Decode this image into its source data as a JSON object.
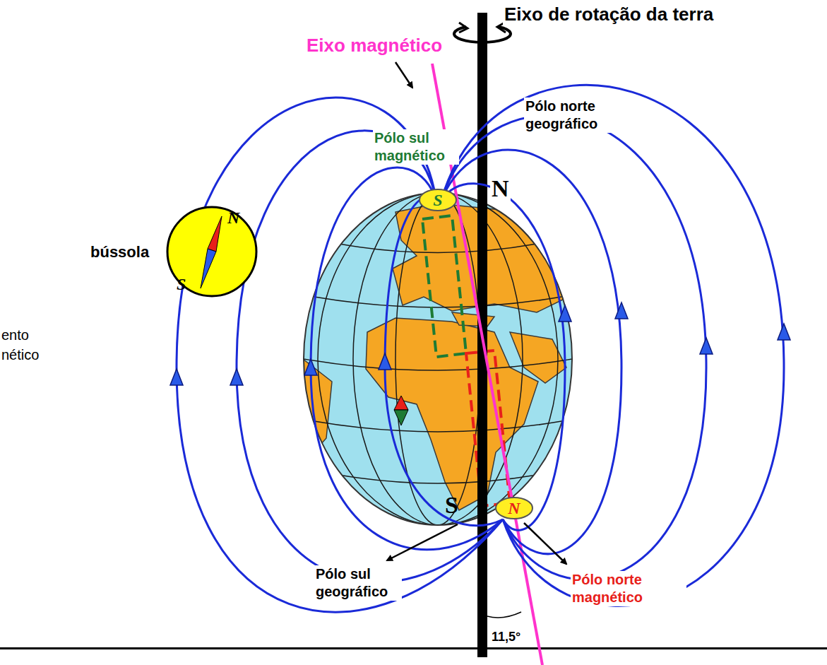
{
  "diagram": {
    "nodes": [
      {
        "text": [
          "N",
          "S"
        ]
      },
      {
        "text": [
          "S"
        ]
      },
      {
        "text": [
          "N"
        ]
      }
    ],
    "labels": [
      "Eixo de rotação da terra",
      "Eixo magnético",
      "Pólo norte geográfico",
      "Pólo sul magnético",
      "N",
      "bússola",
      "ento",
      "nético",
      "S",
      "Pólo sul geográfico",
      "Pólo norte magnético",
      "11,5°"
    ]
  }
}
